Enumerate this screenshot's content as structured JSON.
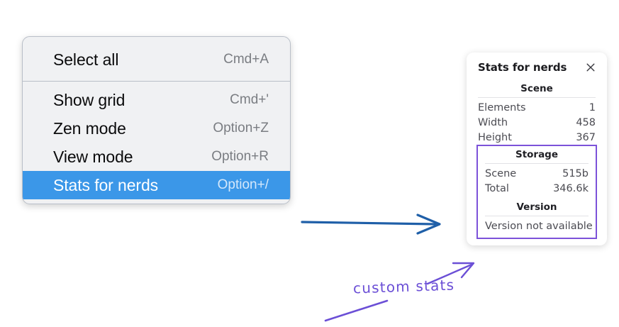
{
  "context_menu": {
    "sections": [
      {
        "items": [
          {
            "label": "Select all",
            "shortcut": "Cmd+A",
            "selected": false
          }
        ]
      },
      {
        "items": [
          {
            "label": "Show grid",
            "shortcut": "Cmd+'",
            "selected": false
          },
          {
            "label": "Zen mode",
            "shortcut": "Option+Z",
            "selected": false
          },
          {
            "label": "View mode",
            "shortcut": "Option+R",
            "selected": false
          },
          {
            "label": "Stats for nerds",
            "shortcut": "Option+/",
            "selected": true
          }
        ]
      }
    ],
    "highlight_color": "#3b97e8"
  },
  "stats_panel": {
    "title": "Stats for nerds",
    "close_icon": "close-icon",
    "scene": {
      "heading": "Scene",
      "rows": [
        {
          "key": "Elements",
          "value": "1"
        },
        {
          "key": "Width",
          "value": "458"
        },
        {
          "key": "Height",
          "value": "367"
        }
      ]
    },
    "storage": {
      "heading": "Storage",
      "rows": [
        {
          "key": "Scene",
          "value": "515b"
        },
        {
          "key": "Total",
          "value": "346.6k"
        }
      ]
    },
    "version": {
      "heading": "Version",
      "text": "Version not available"
    },
    "highlight_border_color": "#7c52d9"
  },
  "annotations": {
    "blue_arrow_color": "#1f5fa8",
    "purple_color": "#6b4fd6",
    "handwritten_note": "custom stats"
  }
}
